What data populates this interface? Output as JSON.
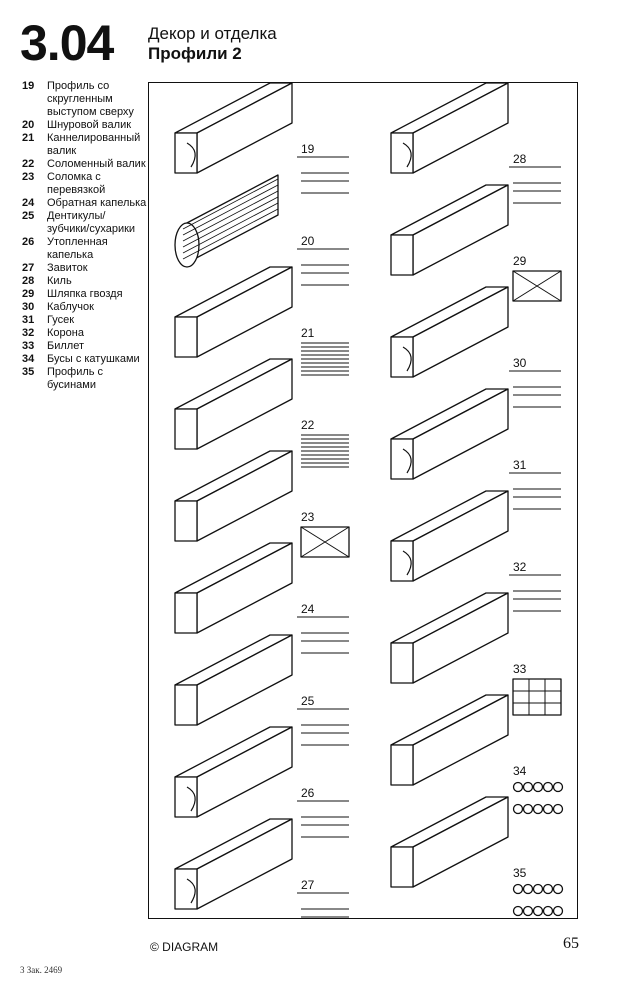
{
  "header": {
    "section_number": "3.04",
    "title": "Декор и отделка",
    "subtitle": "Профили 2"
  },
  "legend": [
    {
      "num": "19",
      "text": "Профиль со скругленным выступом сверху"
    },
    {
      "num": "20",
      "text": "Шнуровой валик"
    },
    {
      "num": "21",
      "text": "Каннелированный валик"
    },
    {
      "num": "22",
      "text": "Соломенный валик"
    },
    {
      "num": "23",
      "text": "Соломка с перевязкой"
    },
    {
      "num": "24",
      "text": "Обратная капелька"
    },
    {
      "num": "25",
      "text": "Дентикулы/ зубчики/сухарики"
    },
    {
      "num": "26",
      "text": "Утопленная капелька"
    },
    {
      "num": "27",
      "text": "Завиток"
    },
    {
      "num": "28",
      "text": "Киль"
    },
    {
      "num": "29",
      "text": "Шляпка гвоздя"
    },
    {
      "num": "30",
      "text": "Каблучок"
    },
    {
      "num": "31",
      "text": "Гусек"
    },
    {
      "num": "32",
      "text": "Корона"
    },
    {
      "num": "33",
      "text": "Биллет"
    },
    {
      "num": "34",
      "text": "Бусы с катушками"
    },
    {
      "num": "35",
      "text": "Профиль с бусинами"
    }
  ],
  "figures": {
    "left": [
      "19",
      "20",
      "21",
      "22",
      "23",
      "24",
      "25",
      "26",
      "27"
    ],
    "right": [
      "28",
      "29",
      "30",
      "31",
      "32",
      "33",
      "34",
      "35"
    ]
  },
  "footer": {
    "brand": "© DIAGRAM",
    "page_number": "65",
    "print_note": "3 Зак. 2469"
  }
}
